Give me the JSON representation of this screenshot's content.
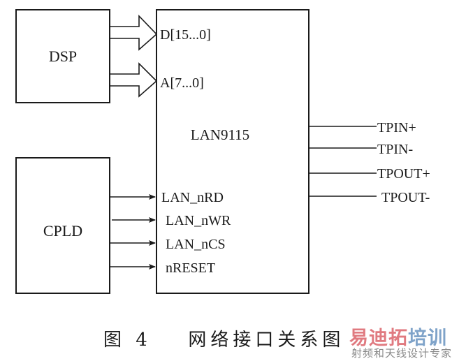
{
  "blocks": {
    "dsp": {
      "label": "DSP"
    },
    "cpld": {
      "label": "CPLD"
    },
    "lan": {
      "label": "LAN9115"
    }
  },
  "buses": [
    {
      "label": "D[15...0]",
      "from": "DSP",
      "to": "LAN9115"
    },
    {
      "label": "A[7...0]",
      "from": "DSP",
      "to": "LAN9115"
    }
  ],
  "control_signals": [
    {
      "label": "LAN_nRD"
    },
    {
      "label": "LAN_nWR"
    },
    {
      "label": "LAN_nCS"
    },
    {
      "label": "nRESET"
    }
  ],
  "ethernet_pins": [
    {
      "label": "TPIN+"
    },
    {
      "label": "TPIN-"
    },
    {
      "label": "TPOUT+"
    },
    {
      "label": "TPOUT-"
    }
  ],
  "caption": {
    "figure": "图 4",
    "title": "网络接口关系图"
  },
  "watermark": {
    "part1": "易迪拓",
    "part2": "培训",
    "subtitle": "射频和天线设计专家",
    "color1": "#e07a80",
    "color2": "#7fa3c9"
  }
}
